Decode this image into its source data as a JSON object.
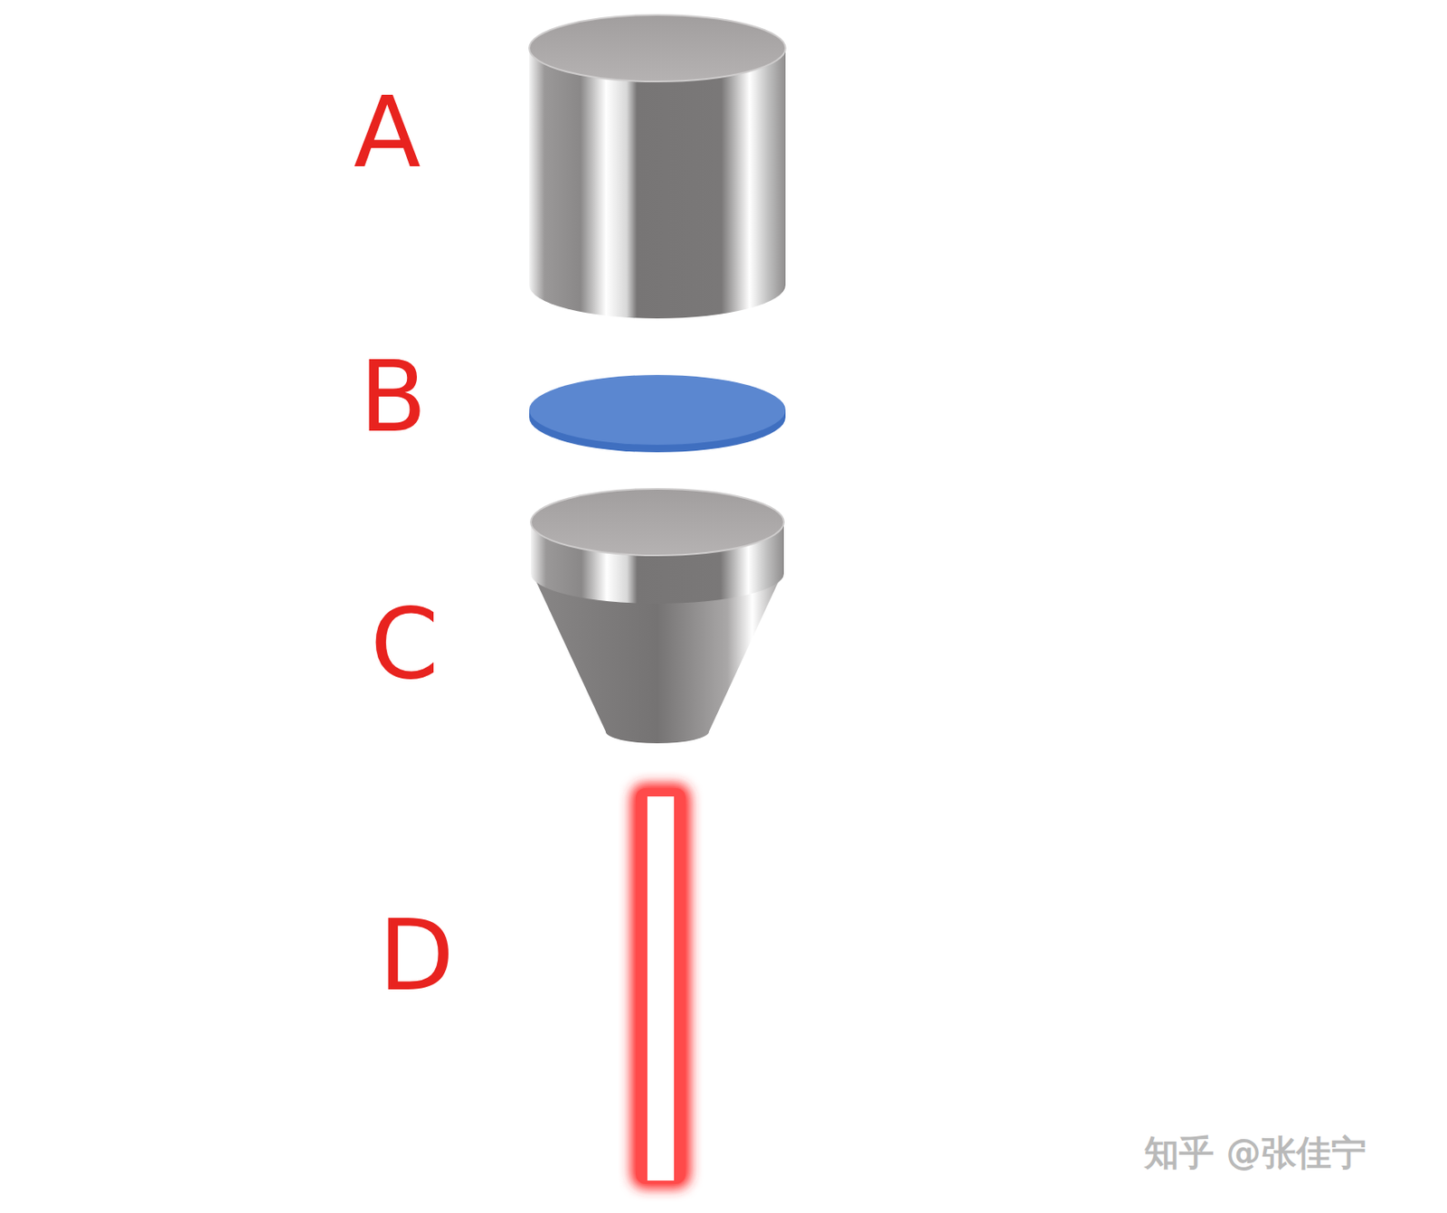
{
  "diagram": {
    "labels": [
      "A",
      "B",
      "C",
      "D",
      "知乎 @张佳宁"
    ]
  }
}
